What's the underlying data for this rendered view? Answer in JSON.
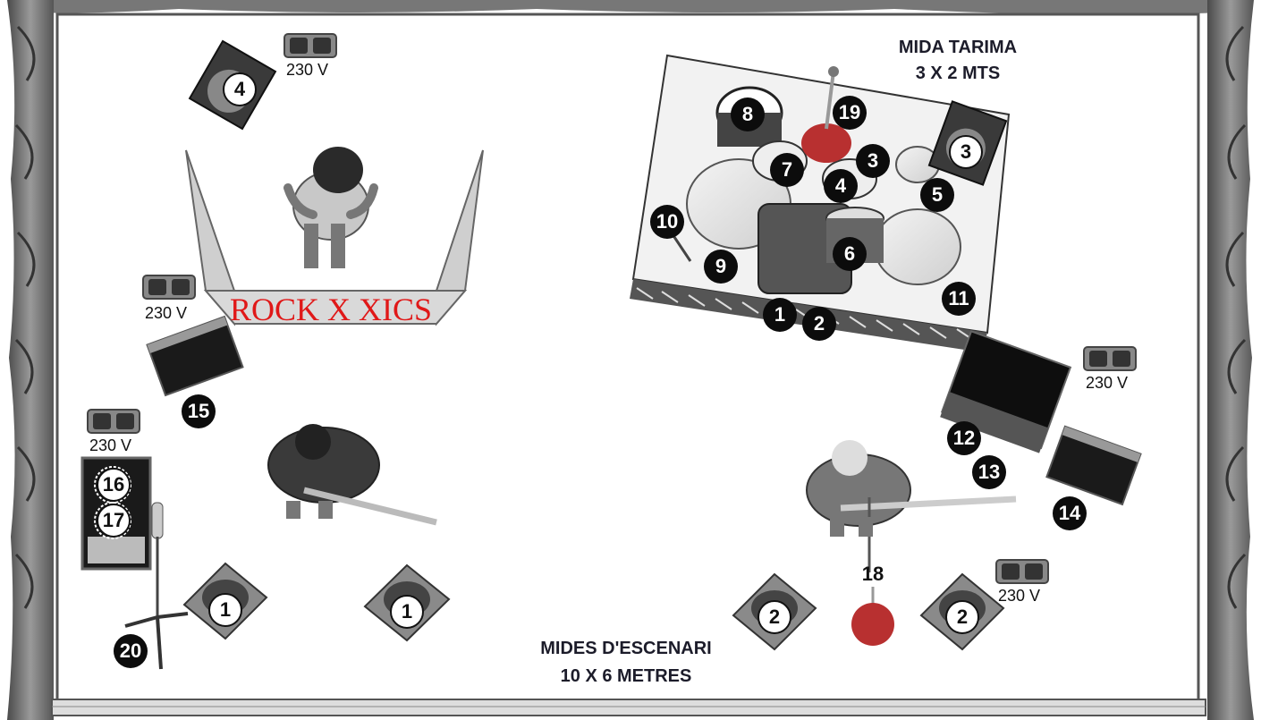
{
  "title_tarima": {
    "line1": "MIDA TARIMA",
    "line2": "3 X 2  MTS"
  },
  "title_escenari": {
    "line1": "MIDES D'ESCENARI",
    "line2": "10 X 6 METRES"
  },
  "banner_text": "ROCK X XICS",
  "outlet_label": "230 V",
  "badges": {
    "b1": "1",
    "b2": "2",
    "b3": "3",
    "b4": "4",
    "b5": "5",
    "b6": "6",
    "b7": "7",
    "b8": "8",
    "b9": "9",
    "b10": "10",
    "b11": "11",
    "b12": "12",
    "b13": "13",
    "b14": "14",
    "b15": "15",
    "b16": "16",
    "b17": "17",
    "b18": "18",
    "b19": "19",
    "b20": "20"
  },
  "colors": {
    "banner_text": "#e01818",
    "floor_tom_skin": "#b83030",
    "curtain": "#6e6e6e"
  },
  "icons": [
    "curtain-left",
    "curtain-right",
    "speaker-icon",
    "wedge-monitor-icon",
    "amplifier-icon",
    "drum-kit-icon",
    "microphone-icon",
    "power-outlet-icon",
    "musician-icon",
    "guitar-icon"
  ]
}
